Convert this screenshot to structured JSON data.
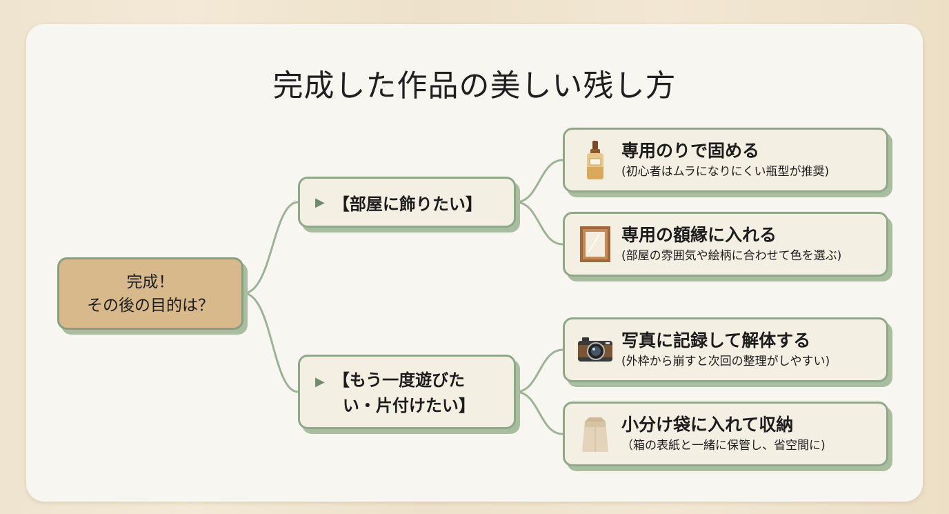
{
  "title": "完成した作品の美しい残し方",
  "root": {
    "line1": "完成！",
    "line2": "その後の目的は？"
  },
  "branches": [
    {
      "label": "【部屋に飾りたい】",
      "items": [
        {
          "icon": "glue-bottle-icon",
          "title": "専用のりで固める",
          "note": "(初心者はムラになりにくい瓶型が推奨)"
        },
        {
          "icon": "picture-frame-icon",
          "title": "専用の額縁に入れる",
          "note": "(部屋の雰囲気や絵柄に合わせて色を選ぶ)"
        }
      ]
    },
    {
      "label_line1": "【もう一度遊びた",
      "label_line2": "い・片付けたい】",
      "items": [
        {
          "icon": "camera-icon",
          "title": "写真に記録して解体する",
          "note": "(外枠から崩すと次回の整理がしやすい)"
        },
        {
          "icon": "paper-bag-icon",
          "title": "小分け袋に入れて収納",
          "note": "（箱の表紙と一緒に保管し、省空間に)"
        }
      ]
    }
  ],
  "colors": {
    "connector": "#9db396",
    "node_border": "#8fa88a",
    "node_shadow": "#a9bd9f",
    "root_fill": "#d8b98c"
  }
}
